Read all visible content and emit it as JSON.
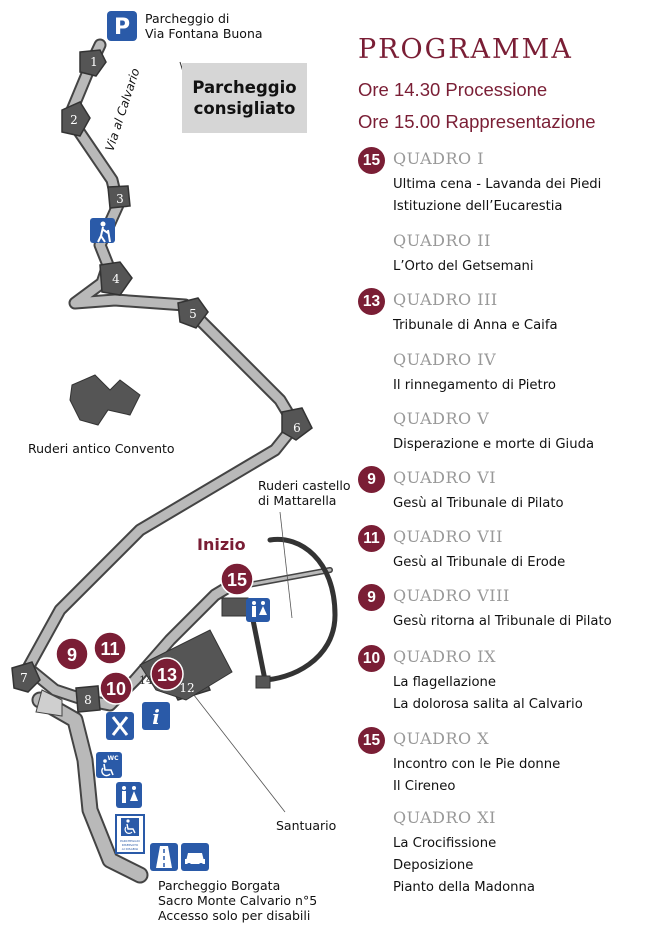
{
  "map": {
    "parking_top": {
      "icon": "parking-icon",
      "letter": "P",
      "label_line1": "Parcheggio di",
      "label_line2": "Via Fontana Buona"
    },
    "recommended": {
      "line1": "Parcheggio",
      "line2": "consigliato"
    },
    "street_label": "Via al Calvario",
    "ruins_convent": "Ruderi antico Convento",
    "ruins_castle_line1": "Ruderi castello",
    "ruins_castle_line2": "di Mattarella",
    "start_label": "Inizio",
    "santuario": "Santuario",
    "parking_bottom": {
      "line1": "Parcheggio Borgata",
      "line2": "Sacro Monte Calvario n°5",
      "line3": "Accesso solo per disabili"
    },
    "station_numbers": [
      "1",
      "2",
      "3",
      "4",
      "5",
      "6",
      "7",
      "8",
      "12",
      "14"
    ],
    "map_badges": [
      "15",
      "9",
      "11",
      "10",
      "13"
    ],
    "service_icons": [
      "hiker-icon",
      "restroom-icon",
      "restaurant-icon",
      "info-icon",
      "wc-accessible-icon",
      "restroom-icon",
      "disabled-parking-icon",
      "road-icon",
      "car-icon"
    ],
    "disabled_sign_text": "PARCHEGGIO RISERVATO AI DISABILI",
    "wc_text": "WC",
    "info_letter": "i",
    "colors": {
      "accent": "#7a1e35",
      "path": "#b9b9b9",
      "building": "#555555",
      "icon_blue": "#2a5aa8"
    }
  },
  "programme": {
    "title": "PROGRAMMA",
    "times": [
      "Ore 14.30 Processione",
      "Ore 15.00 Rappresentazione"
    ],
    "quadri": [
      {
        "badge": "15",
        "title": "QUADRO I",
        "lines": [
          "Ultima cena - Lavanda dei Piedi",
          "Istituzione dell’Eucarestia"
        ]
      },
      {
        "badge": "",
        "title": "QUADRO II",
        "lines": [
          "L’Orto del Getsemani"
        ]
      },
      {
        "badge": "13",
        "title": "QUADRO III",
        "lines": [
          "Tribunale di Anna e Caifa"
        ]
      },
      {
        "badge": "",
        "title": "QUADRO IV",
        "lines": [
          "Il rinnegamento di Pietro"
        ]
      },
      {
        "badge": "",
        "title": "QUADRO V",
        "lines": [
          "Disperazione e morte di Giuda"
        ]
      },
      {
        "badge": "9",
        "title": "QUADRO VI",
        "lines": [
          "Gesù al Tribunale di Pilato"
        ]
      },
      {
        "badge": "11",
        "title": "QUADRO VII",
        "lines": [
          "Gesù al Tribunale di Erode"
        ]
      },
      {
        "badge": "9",
        "title": "QUADRO VIII",
        "lines": [
          "Gesù ritorna al Tribunale di Pilato"
        ]
      },
      {
        "badge": "10",
        "title": "QUADRO IX",
        "lines": [
          "La flagellazione",
          "La dolorosa salita al Calvario"
        ]
      },
      {
        "badge": "15",
        "title": "QUADRO X",
        "lines": [
          "Incontro con le Pie donne",
          "Il Cireneo"
        ]
      },
      {
        "badge": "",
        "title": "QUADRO XI",
        "lines": [
          "La Crocifissione",
          "Deposizione",
          "Pianto della Madonna"
        ]
      }
    ]
  }
}
